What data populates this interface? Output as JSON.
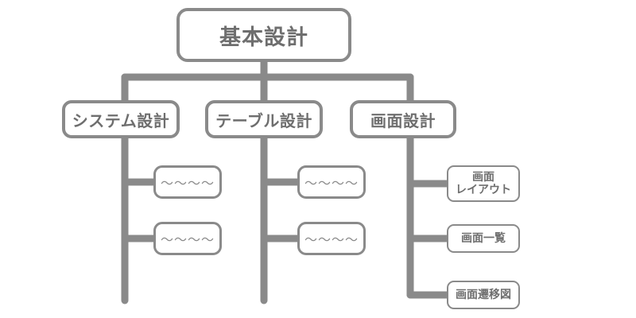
{
  "diagram": {
    "type": "tree-chart",
    "title": "基本設計 work breakdown tree",
    "background_color": "#ffffff",
    "line_color": "#8a8a8a",
    "text_color": "#6e6e6e",
    "root": {
      "label": "基本設計"
    },
    "branches": [
      {
        "label": "システム設計",
        "children": [
          {
            "label": "〜〜〜〜"
          },
          {
            "label": "〜〜〜〜"
          }
        ]
      },
      {
        "label": "テーブル設計",
        "children": [
          {
            "label": "〜〜〜〜"
          },
          {
            "label": "〜〜〜〜"
          }
        ]
      },
      {
        "label": "画面設計",
        "children": [
          {
            "line1": "画面",
            "line2": "レイアウト"
          },
          {
            "line1": "画面一覧",
            "line2": ""
          },
          {
            "line1": "画面遷移図",
            "line2": ""
          }
        ]
      }
    ]
  }
}
